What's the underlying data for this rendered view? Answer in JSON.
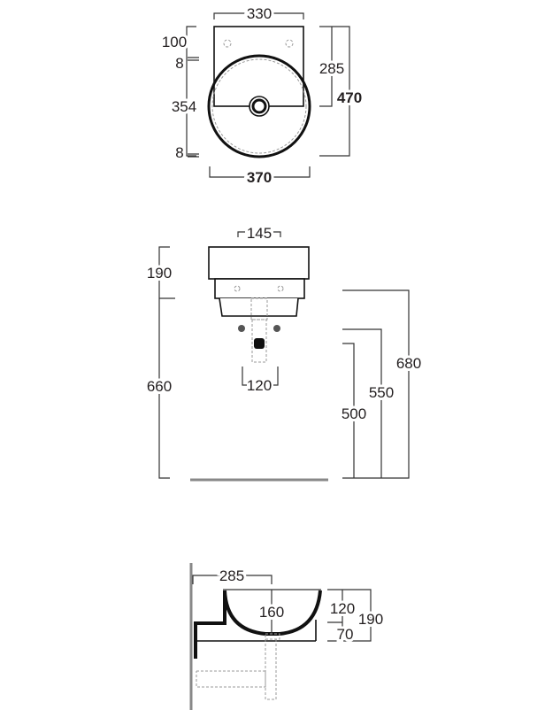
{
  "top_view": {
    "width_top": "330",
    "width_bottom": "370",
    "left_dims": [
      "100",
      "8",
      "354",
      "8"
    ],
    "height_to_drain": "285",
    "total_depth": "470"
  },
  "front_view": {
    "top_width": "145",
    "bowl_height": "190",
    "floor_height": "660",
    "trap_spacing": "120",
    "heights": [
      "680",
      "550",
      "500"
    ]
  },
  "side_view": {
    "projection": "285",
    "bowl_depth": "160",
    "upper_height": "120",
    "base_height": "70",
    "total_height": "190"
  }
}
